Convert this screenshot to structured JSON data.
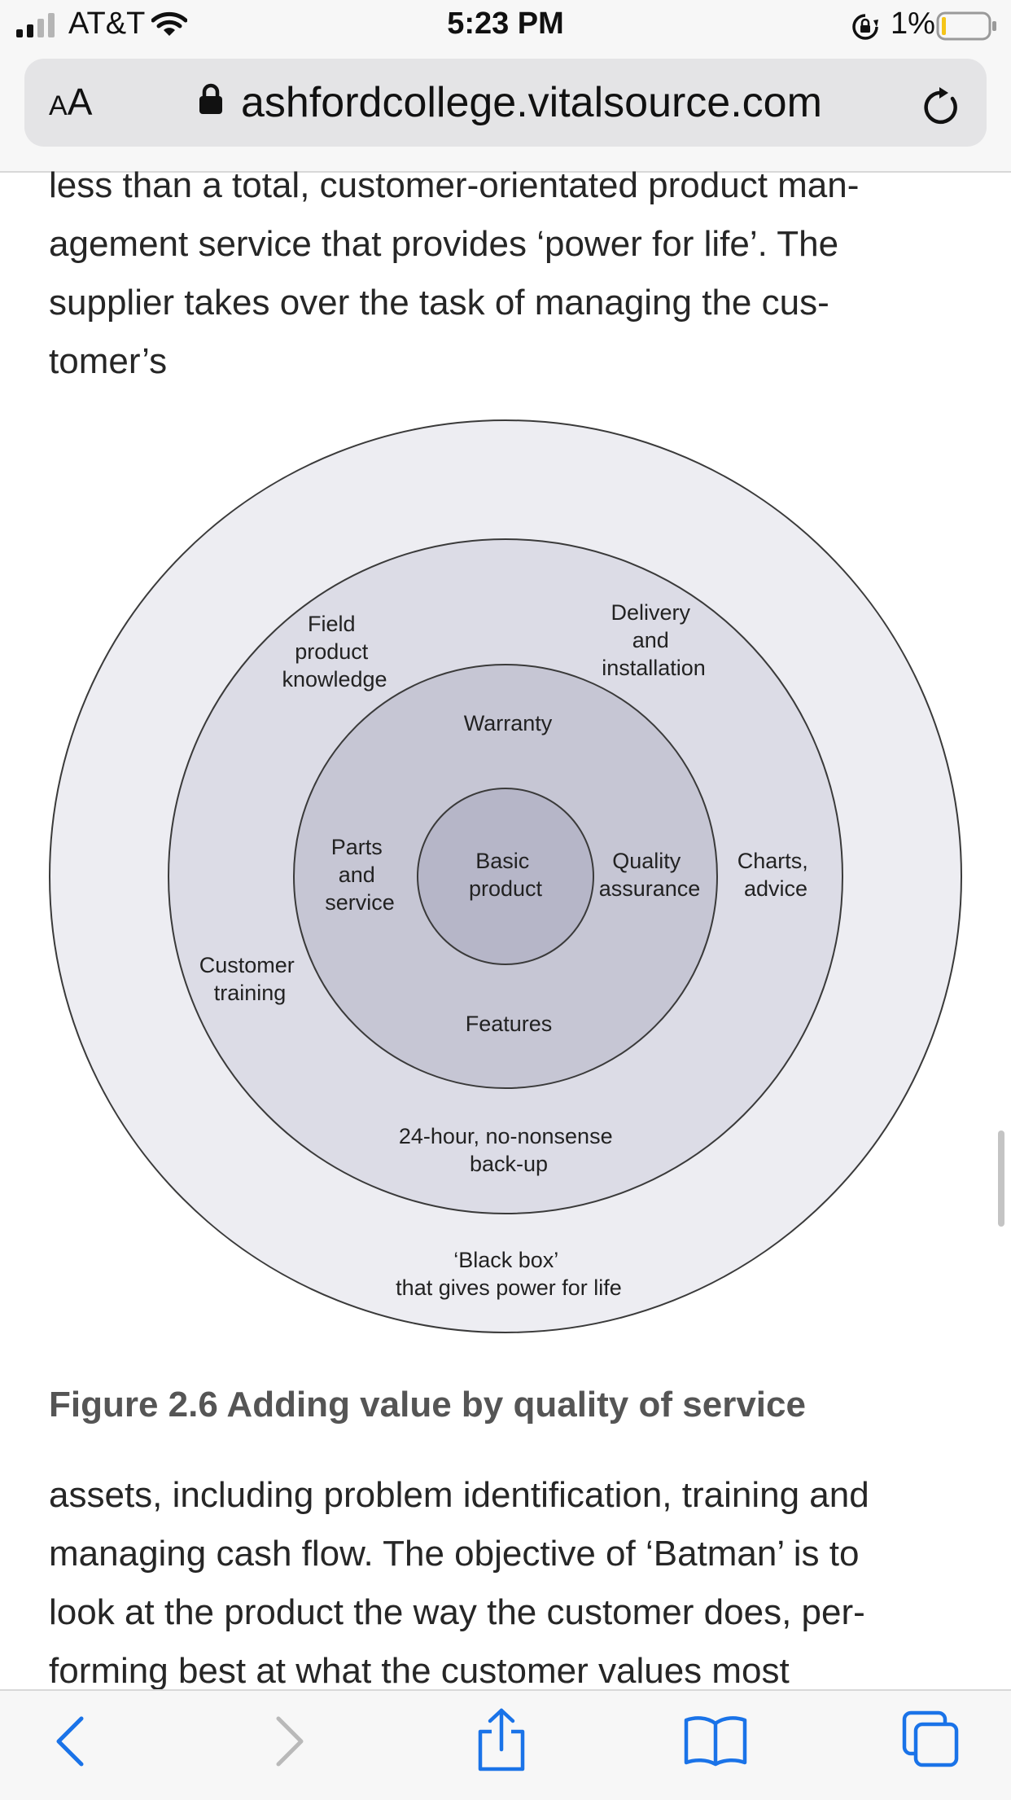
{
  "status_bar": {
    "carrier": "AT&T",
    "time": "5:23 PM",
    "battery_percent": "1%"
  },
  "browser": {
    "text_size_button": {
      "small": "A",
      "large": "A"
    },
    "url": "ashfordcollege.vitalsource.com"
  },
  "content": {
    "para_1_lines": [
      "less than a total, customer-orientated product man-",
      "agement service that provides ‘power for life’. The",
      "supplier takes over the task of managing the cus-",
      "tomer’s"
    ],
    "figure": {
      "rings": {
        "outer": [
          "‘Black box’",
          "that gives power for life"
        ],
        "third": {
          "field_product_knowledge": [
            "Field",
            "product",
            "knowledge"
          ],
          "delivery_and_installation": [
            "Delivery",
            "and",
            "installation"
          ],
          "charts_advice": [
            "Charts,",
            "advice"
          ],
          "customer_training": [
            "Customer",
            "training"
          ],
          "backup": [
            "24-hour, no-nonsense",
            "back-up"
          ]
        },
        "second": {
          "warranty": "Warranty",
          "parts_and_service": [
            "Parts",
            "and",
            "service"
          ],
          "quality_assurance": [
            "Quality",
            "assurance"
          ],
          "features": "Features"
        },
        "core": [
          "Basic",
          "product"
        ]
      },
      "caption": "Figure 2.6 Adding value by quality of service"
    },
    "para_2_lines": [
      "assets, including problem identification, training and",
      "managing cash flow. The objective of ‘Batman’ is to",
      "look at the product the way the customer does, per-",
      "forming best at what the customer values most"
    ]
  },
  "colors": {
    "ring_outer": "#ededf2",
    "ring_third": "#dcdce6",
    "ring_second": "#c6c6d4",
    "ring_core": "#b6b6c8",
    "accent_blue": "#1a73e8"
  },
  "icons": {
    "signal": "cellular-signal-icon",
    "wifi": "wifi-icon",
    "orientation_lock": "orientation-lock-icon",
    "battery": "battery-icon",
    "lock": "lock-icon",
    "reload": "reload-icon",
    "back": "back-chevron-icon",
    "forward": "forward-chevron-icon",
    "share": "share-icon",
    "bookmarks": "bookmarks-icon",
    "tabs": "tabs-icon"
  }
}
